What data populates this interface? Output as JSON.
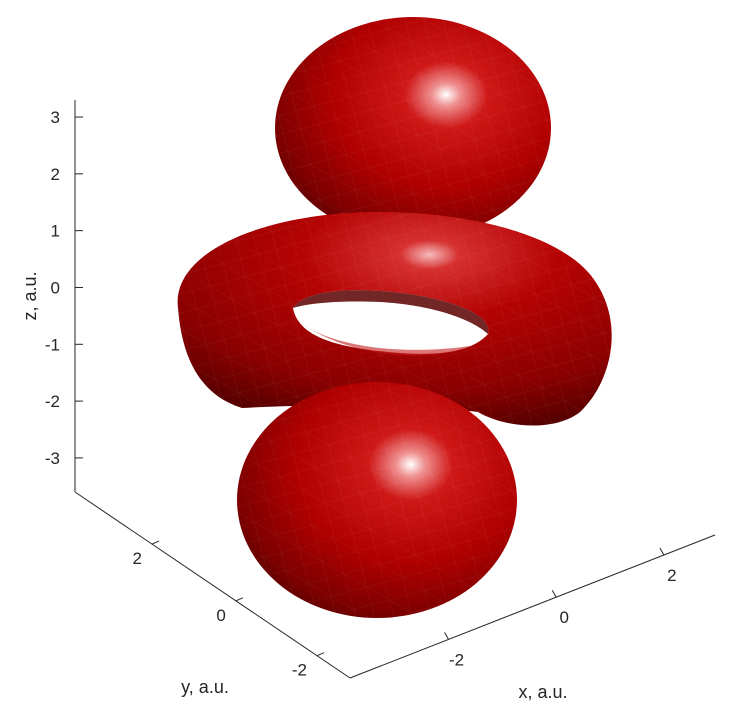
{
  "chart_data": {
    "type": "isosurface",
    "xlabel": "x, a.u.",
    "ylabel": "y, a.u.",
    "zlabel": "z, a.u.",
    "x_ticks": [
      "-2",
      "0",
      "2"
    ],
    "y_ticks": [
      "2",
      "0",
      "-2"
    ],
    "z_ticks": [
      "3",
      "2",
      "1",
      "0",
      "-1",
      "-2",
      "-3"
    ],
    "z_tick_values": [
      3,
      2,
      1,
      0,
      -1,
      -2,
      -3
    ],
    "zlim": [
      -3.6,
      3.3
    ],
    "surface_color": "#b30000",
    "shape": "dz2-orbital: two lobes along z with a torus ring in the xy-plane",
    "grid": false
  }
}
